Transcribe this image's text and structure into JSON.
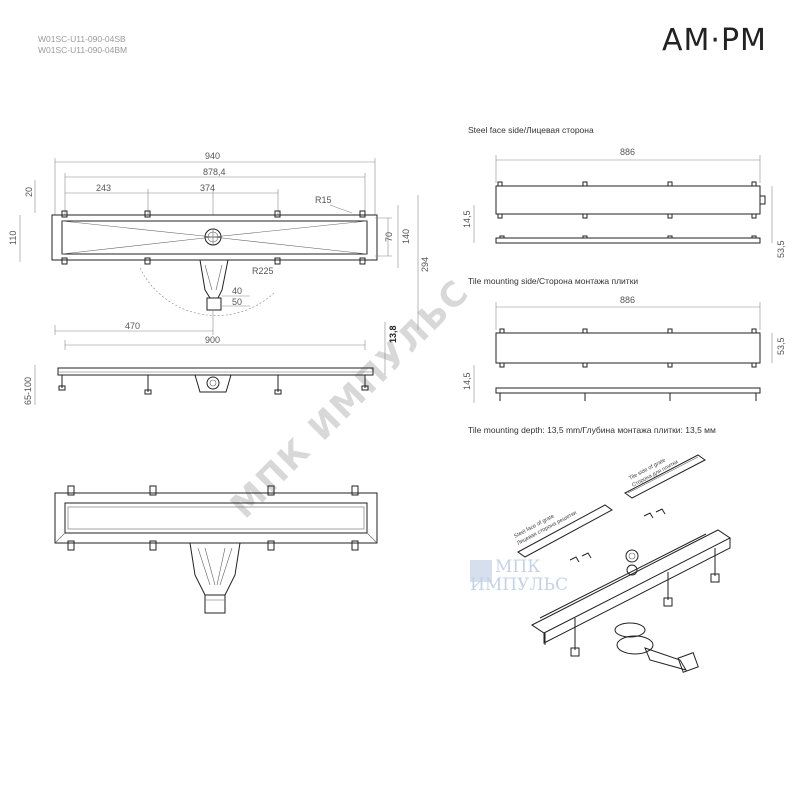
{
  "header": {
    "codes": [
      "W01SC-U11-090-04SB",
      "W01SC-U11-090-04BM"
    ],
    "logo": "AM·PM"
  },
  "top_view": {
    "dims": {
      "overall": "940",
      "inner": "878,4",
      "d243": "243",
      "d374": "374",
      "d20": "20",
      "d110": "110",
      "radius15": "R15",
      "d70": "70",
      "d140": "140",
      "d294": "294",
      "radius225": "R225",
      "d40": "40",
      "d50": "50",
      "d470": "470",
      "d900": "900"
    }
  },
  "side_view": {
    "dims": {
      "d13_8": "13,8",
      "height_range": "65-100"
    }
  },
  "right_panel": {
    "steel_title": "Steel face side/Лицевая сторона",
    "tile_title": "Tile mounting side/Сторона монтажа плитки",
    "width": "886",
    "d14_5": "14,5",
    "d53_5": "53,5",
    "tile_depth_note": "Tile mounting depth: 13,5 mm/Глубина монтажа плитки: 13,5 мм"
  },
  "exploded": {
    "tile_side_label": [
      "Tile side of grate",
      "Сторона для плитки"
    ],
    "steel_face_label": [
      "Steel face of grate",
      "Лицевая сторона решетки"
    ]
  },
  "watermarks": {
    "main": "МПК ИМПУЛЬС",
    "logo_line1": "МПК",
    "logo_line2": "ИМПУЛЬС"
  }
}
